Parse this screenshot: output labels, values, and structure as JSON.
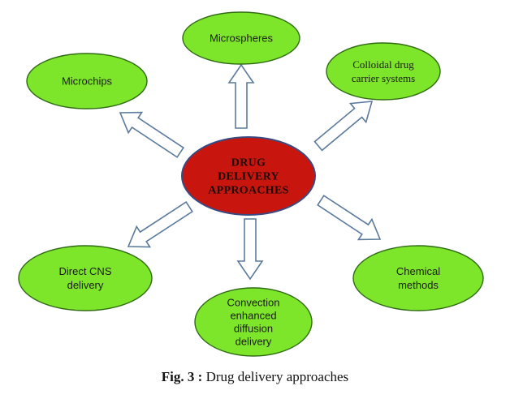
{
  "colors": {
    "node_fill": "#7ee62a",
    "node_stroke": "#2f6b14",
    "center_fill": "#c8160f",
    "center_stroke": "#3a4a80",
    "arrow_fill": "#ffffff",
    "arrow_stroke": "#5b7a9c"
  },
  "center": {
    "lines": [
      "DRUG",
      "DELIVERY",
      "APPROACHES"
    ]
  },
  "nodes": [
    {
      "id": "microspheres",
      "lines": [
        "Microspheres"
      ]
    },
    {
      "id": "colloidal",
      "lines": [
        "Colloidal drug",
        "carrier systems"
      ]
    },
    {
      "id": "microchips",
      "lines": [
        "Microchips"
      ]
    },
    {
      "id": "direct-cns",
      "lines": [
        "Direct CNS",
        "delivery"
      ]
    },
    {
      "id": "convection",
      "lines": [
        "Convection",
        "enhanced",
        "diffusion",
        "delivery"
      ]
    },
    {
      "id": "chemical",
      "lines": [
        "Chemical",
        "methods"
      ]
    }
  ],
  "caption": {
    "label": "Fig. 3 :",
    "text": " Drug delivery approaches"
  }
}
